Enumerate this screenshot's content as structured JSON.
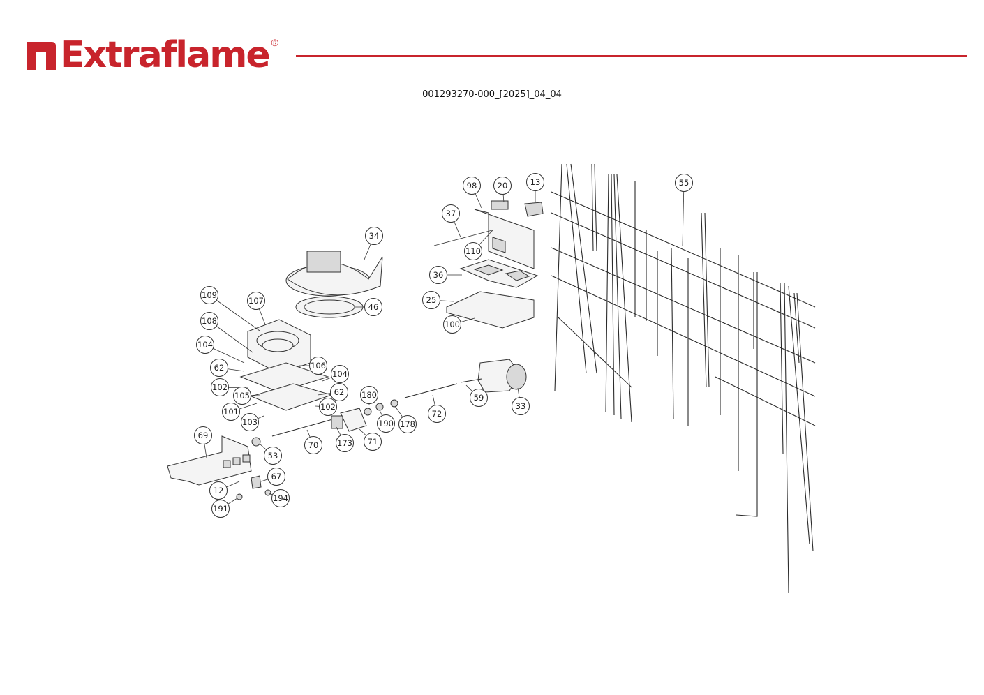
{
  "header": {
    "brand_name": "Extraflame",
    "brand_mark": "®",
    "brand_color": "#c8242c",
    "logo_icon": "extraflame-logo-icon"
  },
  "document": {
    "code": "001293270-000_[2025]_04_04"
  },
  "diagram": {
    "type": "exploded-parts-view",
    "callouts": [
      {
        "label": "98"
      },
      {
        "label": "20"
      },
      {
        "label": "13"
      },
      {
        "label": "37"
      },
      {
        "label": "110"
      },
      {
        "label": "36"
      },
      {
        "label": "25"
      },
      {
        "label": "100"
      },
      {
        "label": "55"
      },
      {
        "label": "34"
      },
      {
        "label": "46"
      },
      {
        "label": "109"
      },
      {
        "label": "107"
      },
      {
        "label": "108"
      },
      {
        "label": "104"
      },
      {
        "label": "106"
      },
      {
        "label": "62"
      },
      {
        "label": "104"
      },
      {
        "label": "102"
      },
      {
        "label": "62"
      },
      {
        "label": "105"
      },
      {
        "label": "101"
      },
      {
        "label": "102"
      },
      {
        "label": "103"
      },
      {
        "label": "180"
      },
      {
        "label": "190"
      },
      {
        "label": "178"
      },
      {
        "label": "72"
      },
      {
        "label": "59"
      },
      {
        "label": "33"
      },
      {
        "label": "173"
      },
      {
        "label": "71"
      },
      {
        "label": "70"
      },
      {
        "label": "69"
      },
      {
        "label": "53"
      },
      {
        "label": "67"
      },
      {
        "label": "12"
      },
      {
        "label": "194"
      },
      {
        "label": "191"
      }
    ]
  }
}
